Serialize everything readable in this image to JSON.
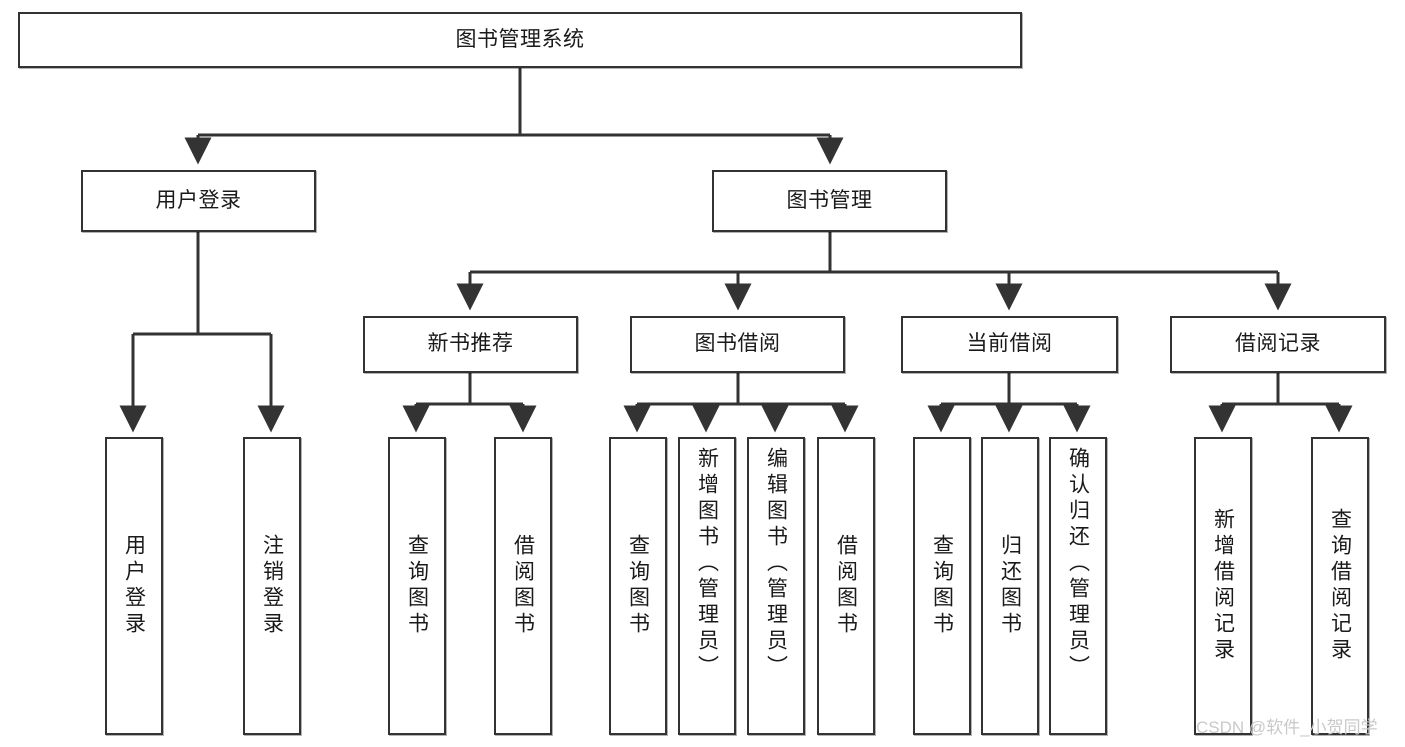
{
  "diagram": {
    "type": "tree-hierarchy",
    "title": "图书管理系统",
    "root": {
      "label": "图书管理系统"
    },
    "level2": [
      {
        "label": "用户登录"
      },
      {
        "label": "图书管理"
      }
    ],
    "level3": [
      {
        "label": "新书推荐"
      },
      {
        "label": "图书借阅"
      },
      {
        "label": "当前借阅"
      },
      {
        "label": "借阅记录"
      }
    ],
    "leaves": [
      {
        "label": "用户登录",
        "parent": "用户登录"
      },
      {
        "label": "注销登录",
        "parent": "用户登录"
      },
      {
        "label": "查询图书",
        "parent": "新书推荐"
      },
      {
        "label": "借阅图书",
        "parent": "新书推荐"
      },
      {
        "label": "查询图书",
        "parent": "图书借阅"
      },
      {
        "label": "新增图书（管理员）",
        "parent": "图书借阅"
      },
      {
        "label": "编辑图书（管理员）",
        "parent": "图书借阅"
      },
      {
        "label": "借阅图书",
        "parent": "图书借阅"
      },
      {
        "label": "查询图书",
        "parent": "当前借阅"
      },
      {
        "label": "归还图书",
        "parent": "当前借阅"
      },
      {
        "label": "确认归还（管理员）",
        "parent": "当前借阅"
      },
      {
        "label": "新增借阅记录",
        "parent": "借阅记录"
      },
      {
        "label": "查询借阅记录",
        "parent": "借阅记录"
      }
    ]
  },
  "watermark": {
    "text": "CSDN @软件_小贺同学"
  },
  "colors": {
    "stroke": "#333333",
    "box_fill": "#ffffff",
    "text": "#1a1a1a",
    "watermark": "#c9c9c9",
    "background": "#ffffff"
  }
}
